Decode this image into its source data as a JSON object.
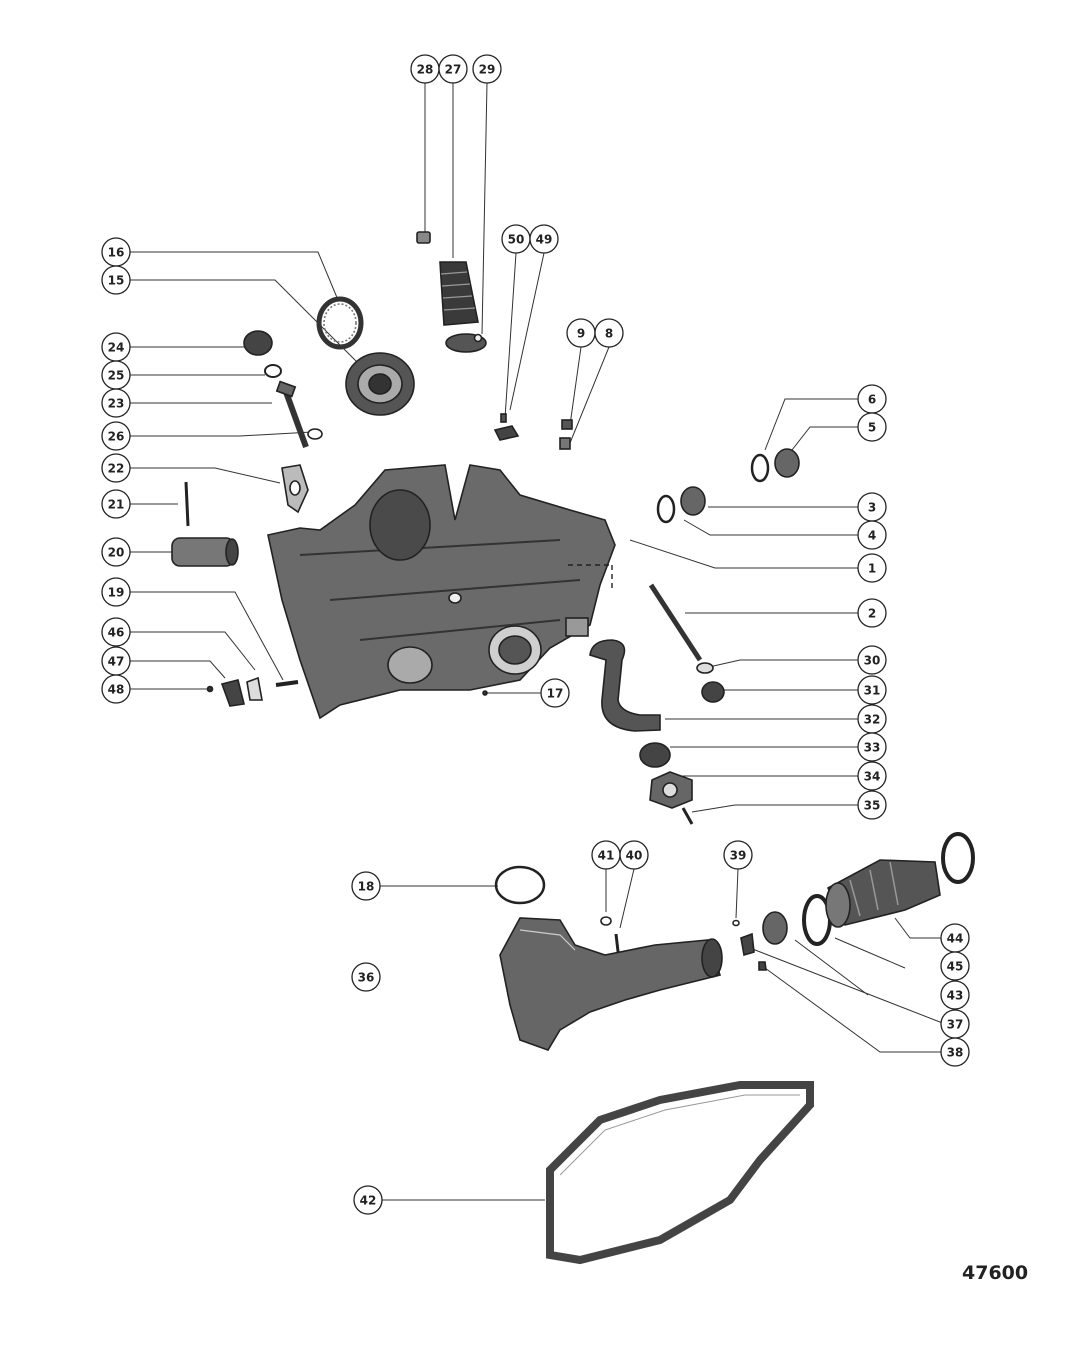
{
  "diagram_number": "47600",
  "callouts": {
    "c1": "1",
    "c2": "2",
    "c3": "3",
    "c4": "4",
    "c5": "5",
    "c6": "6",
    "c8": "8",
    "c9": "9",
    "c15": "15",
    "c16": "16",
    "c17": "17",
    "c18": "18",
    "c19": "19",
    "c20": "20",
    "c21": "21",
    "c22": "22",
    "c23": "23",
    "c24": "24",
    "c25": "25",
    "c26": "26",
    "c27": "27",
    "c28": "28",
    "c29": "29",
    "c30": "30",
    "c31": "31",
    "c32": "32",
    "c33": "33",
    "c34": "34",
    "c35": "35",
    "c36": "36",
    "c37": "37",
    "c38": "38",
    "c39": "39",
    "c40": "40",
    "c41": "41",
    "c42": "42",
    "c43": "43",
    "c44": "44",
    "c45": "45",
    "c46": "46",
    "c47": "47",
    "c48": "48",
    "c49": "49",
    "c50": "50"
  }
}
